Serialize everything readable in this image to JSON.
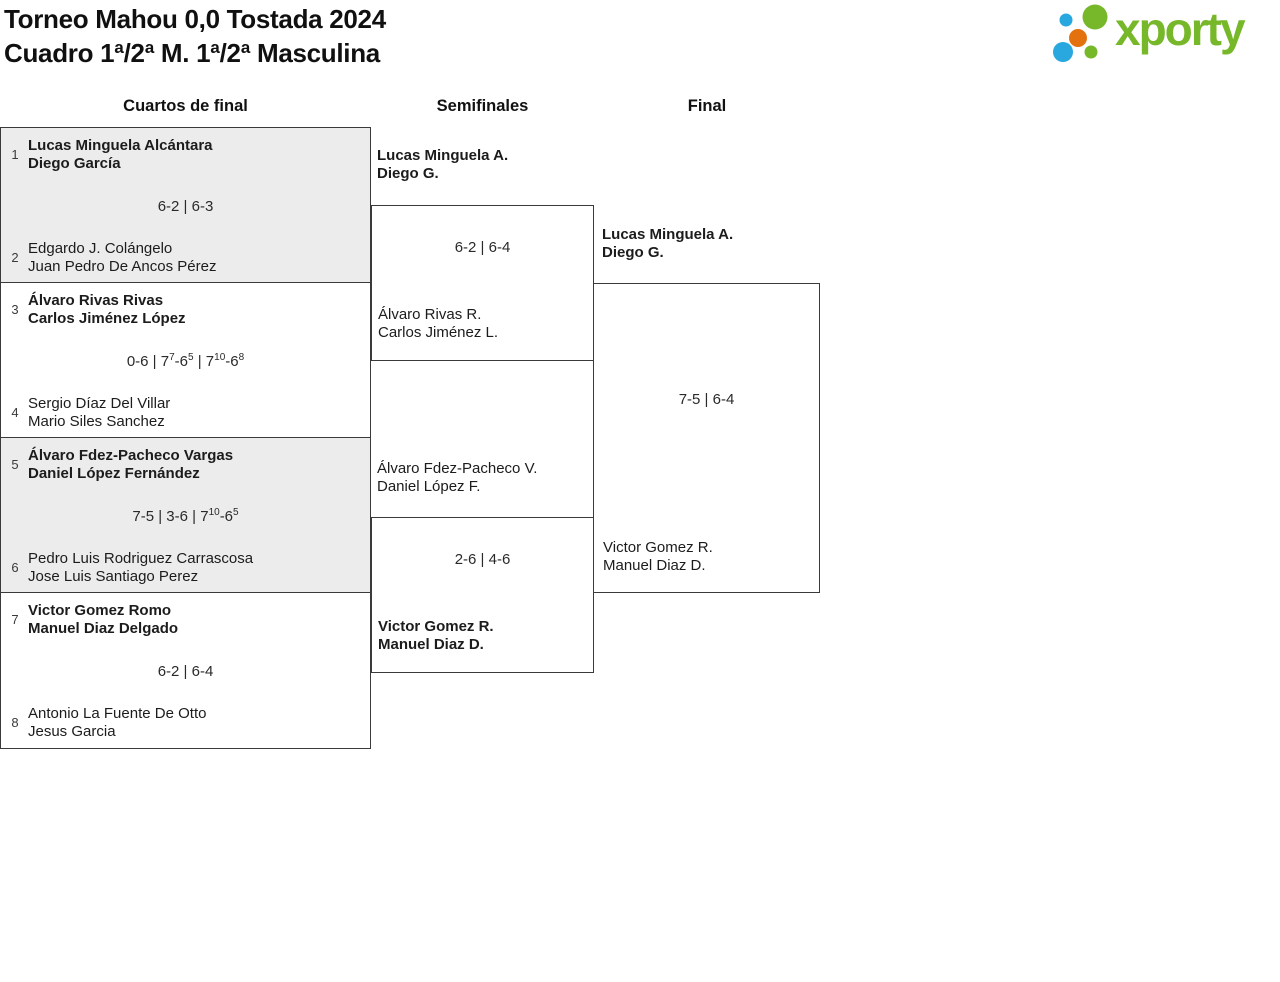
{
  "header": {
    "title_line1": "Torneo Mahou 0,0 Tostada 2024",
    "title_line2": "Cuadro 1ª/2ª M. 1ª/2ª Masculina",
    "logo": {
      "text": "xporty",
      "green": "#76b82a",
      "blue": "#29a8e0",
      "orange": "#e2710e"
    }
  },
  "columns": [
    {
      "label": "Cuartos de final"
    },
    {
      "label": "Semifinales"
    },
    {
      "label": "Final"
    }
  ],
  "quarterfinals": [
    {
      "seed_top": "1",
      "seed_bottom": "2",
      "team_top": [
        "Lucas Minguela Alcántara",
        "Diego García"
      ],
      "team_bottom": [
        "Edgardo J. Colángelo",
        "Juan Pedro De Ancos Pérez"
      ],
      "winner": "top",
      "score_parts": [
        {
          "t": "6-2 | 6-3"
        }
      ]
    },
    {
      "seed_top": "3",
      "seed_bottom": "4",
      "team_top": [
        "Álvaro Rivas Rivas",
        "Carlos Jiménez López"
      ],
      "team_bottom": [
        "Sergio Díaz Del Villar",
        "Mario Siles Sanchez"
      ],
      "winner": "top",
      "score_parts": [
        {
          "t": "0-6 | 7"
        },
        {
          "sup": "7"
        },
        {
          "t": "-6"
        },
        {
          "sup": "5"
        },
        {
          "t": " | 7"
        },
        {
          "sup": "10"
        },
        {
          "t": "-6"
        },
        {
          "sup": "8"
        }
      ]
    },
    {
      "seed_top": "5",
      "seed_bottom": "6",
      "team_top": [
        "Álvaro Fdez-Pacheco Vargas",
        "Daniel López Fernández"
      ],
      "team_bottom": [
        "Pedro Luis Rodriguez Carrascosa",
        "Jose Luis Santiago Perez"
      ],
      "winner": "top",
      "score_parts": [
        {
          "t": "7-5 | 3-6 | 7"
        },
        {
          "sup": "10"
        },
        {
          "t": "-6"
        },
        {
          "sup": "5"
        }
      ]
    },
    {
      "seed_top": "7",
      "seed_bottom": "8",
      "team_top": [
        "Victor Gomez Romo",
        "Manuel Diaz Delgado"
      ],
      "team_bottom": [
        "Antonio La Fuente De Otto",
        "Jesus Garcia"
      ],
      "winner": "top",
      "score_parts": [
        {
          "t": "6-2 | 6-4"
        }
      ]
    }
  ],
  "semifinals": [
    {
      "team_top": [
        "Lucas Minguela A.",
        "Diego G."
      ],
      "team_bottom": [
        "Álvaro Rivas R.",
        "Carlos Jiménez L."
      ],
      "winner": "top",
      "score_parts": [
        {
          "t": "6-2 | 6-4"
        }
      ]
    },
    {
      "team_top": [
        "Álvaro Fdez-Pacheco V.",
        "Daniel López F."
      ],
      "team_bottom": [
        "Victor Gomez R.",
        "Manuel Diaz D."
      ],
      "winner": "bottom",
      "score_parts": [
        {
          "t": "2-6 | 4-6"
        }
      ]
    }
  ],
  "final": {
    "team_top": [
      "Lucas Minguela A.",
      "Diego G."
    ],
    "team_bottom": [
      "Victor Gomez R.",
      "Manuel Diaz D."
    ],
    "winner": "top",
    "score_parts": [
      {
        "t": "7-5 | 6-4"
      }
    ]
  }
}
